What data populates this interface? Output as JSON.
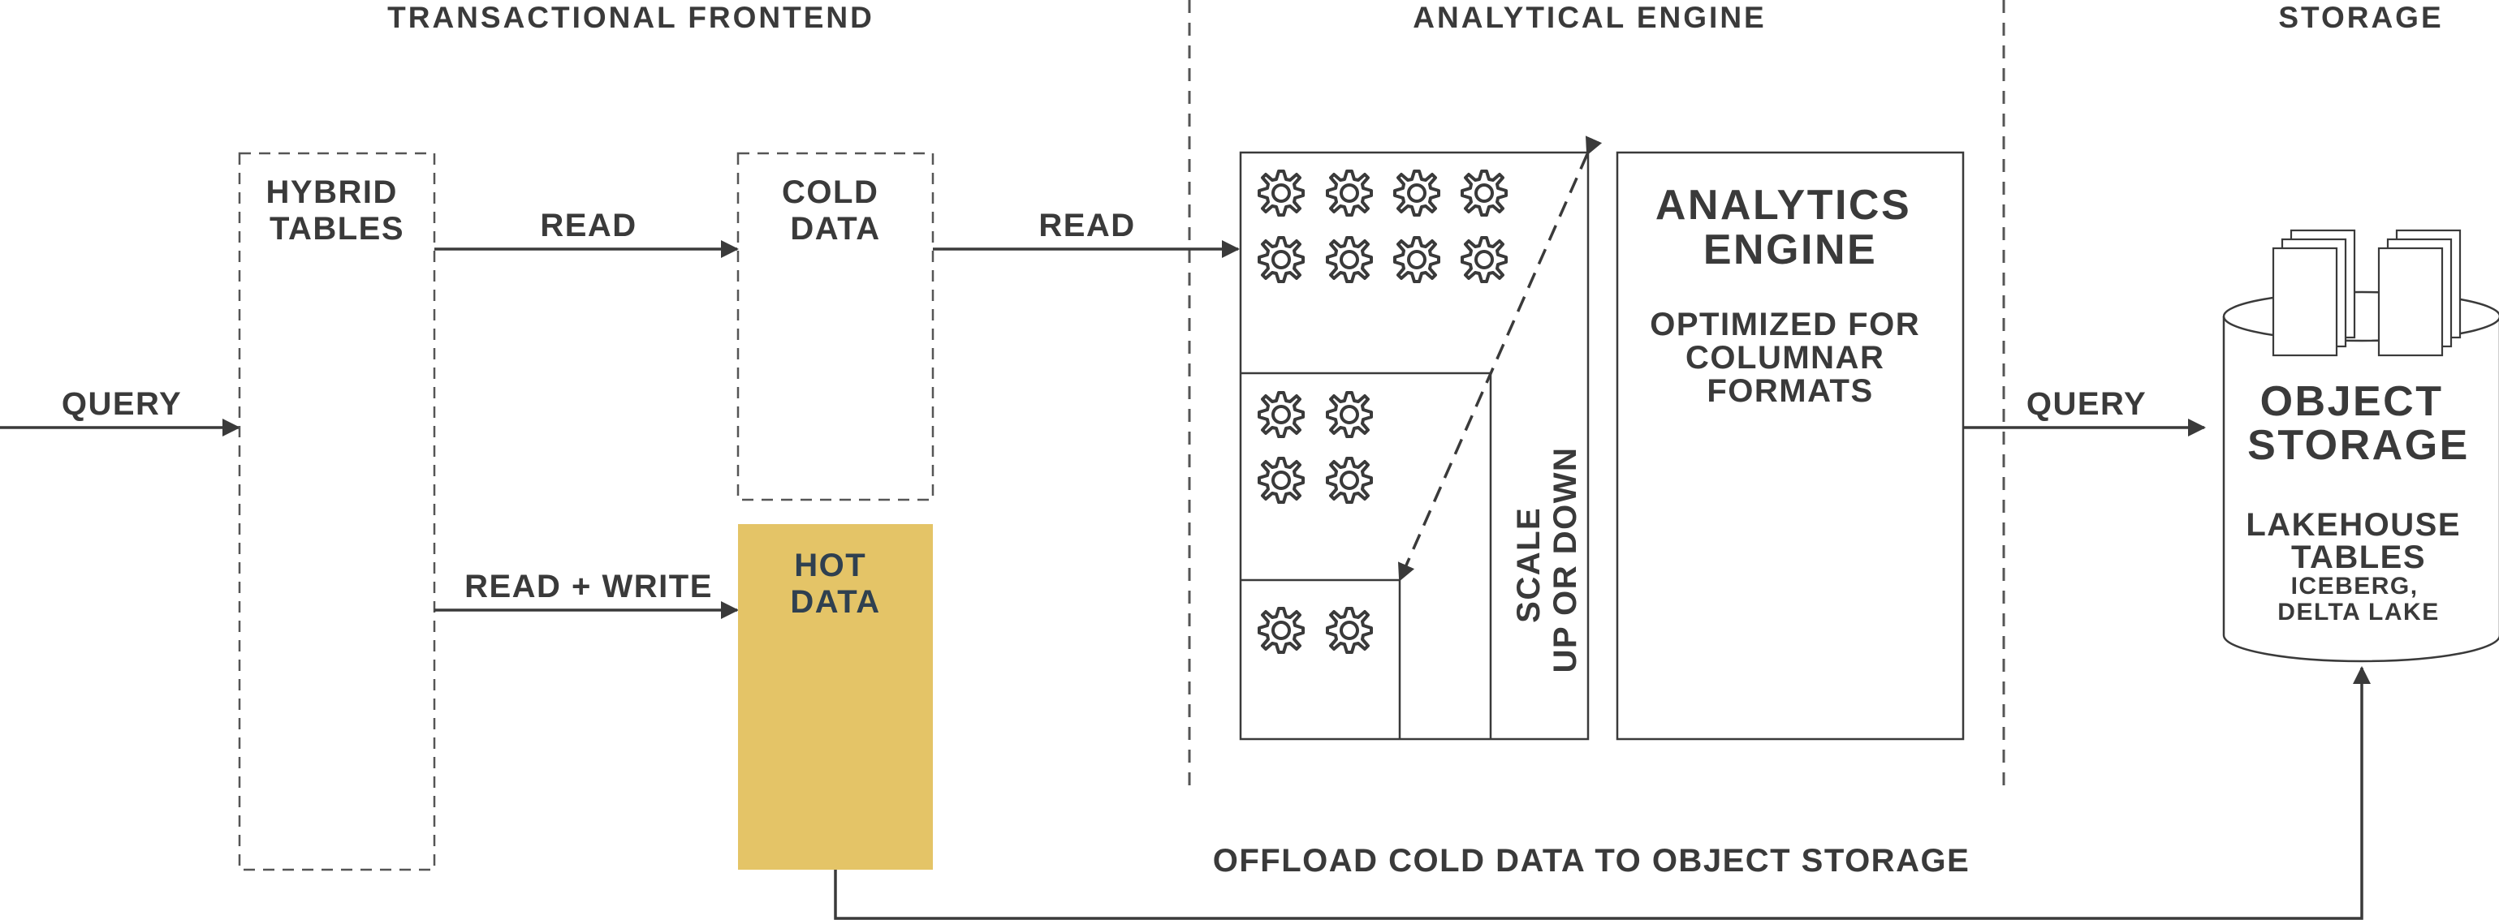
{
  "sections": {
    "frontend": "TRANSACTIONAL FRONTEND",
    "engine": "ANALYTICAL ENGINE",
    "storage": "STORAGE"
  },
  "query_in": "QUERY",
  "hybrid_tables": [
    "HYBRID",
    "TABLES"
  ],
  "read_label": "READ",
  "read_write_label": "READ + WRITE",
  "cold_data": [
    "COLD",
    "DATA"
  ],
  "hot_data": [
    "HOT",
    "DATA"
  ],
  "read_to_engine": "READ",
  "scale_label": [
    "SCALE",
    "UP OR DOWN"
  ],
  "analytics_engine": {
    "title": [
      "ANALYTICS",
      "ENGINE"
    ],
    "subtitle": [
      "OPTIMIZED FOR",
      "COLUMNAR",
      "FORMATS"
    ]
  },
  "query_out": "QUERY",
  "object_storage": {
    "title": [
      "OBJECT",
      "STORAGE"
    ],
    "subtitle": [
      "LAKEHOUSE",
      "TABLES"
    ],
    "formats": [
      "ICEBERG,",
      "DELTA LAKE"
    ]
  },
  "offload_label": "OFFLOAD COLD DATA TO OBJECT STORAGE",
  "icons": {
    "compute": "gear-icon",
    "table": "table-stack-icon"
  },
  "colors": {
    "hot_data_fill": "#e4c467",
    "line": "#3a3a3a",
    "text": "#3a3a3a"
  }
}
